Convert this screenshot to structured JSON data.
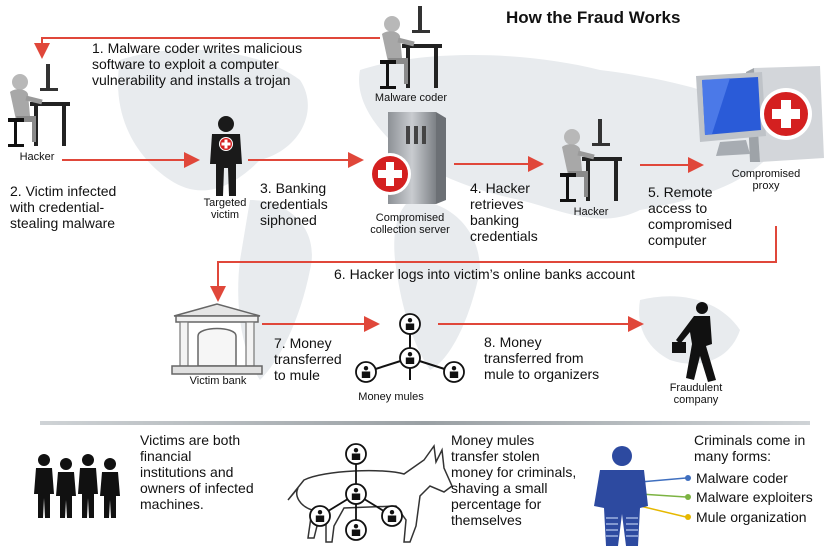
{
  "title": "How the Fraud Works",
  "labels": {
    "hacker1": "Hacker",
    "malware_coder": "Malware coder",
    "targeted_victim": "Targeted\nvictim",
    "collection_server": "Compromised\ncollection server",
    "hacker2": "Hacker",
    "compromised_proxy": "Compromised\nproxy",
    "victim_bank": "Victim bank",
    "money_mules": "Money mules",
    "fraudulent_company": "Fraudulent\ncompany"
  },
  "steps": {
    "s1": "1. Malware coder writes malicious\nsoftware to exploit a computer\nvulnerability and installs a trojan",
    "s2": "2. Victim infected\nwith credential-\nstealing malware",
    "s3": "3. Banking\ncredentials\nsiphoned",
    "s4": "4. Hacker\nretrieves\nbanking\ncredentials",
    "s5": "5. Remote\naccess to\ncompromised\ncomputer",
    "s6": "6. Hacker logs into victim’s online banks account",
    "s7": "7. Money\ntransferred\nto mule",
    "s8": "8. Money\ntransferred from\nmule to organizers"
  },
  "bottom": {
    "victims": "Victims are both\nfinancial\ninstitutions and\nowners of infected\nmachines.",
    "mules": "Money mules\ntransfer stolen\nmoney for criminals,\nshaving a small\npercentage for\nthemselves",
    "criminals_intro": "Criminals come in\nmany forms:",
    "criminal_types": [
      "Malware coder",
      "Malware exploiters",
      "Mule organization"
    ]
  },
  "colors": {
    "arrow": "#e0473a",
    "cross": "#d42020",
    "figure": "#1a1a1a",
    "map": "#e8ebee",
    "monitor": "#2a5bd8",
    "dot_blue": "#3f6fbf",
    "dot_green": "#7cb342",
    "dot_yellow": "#e6b800"
  }
}
